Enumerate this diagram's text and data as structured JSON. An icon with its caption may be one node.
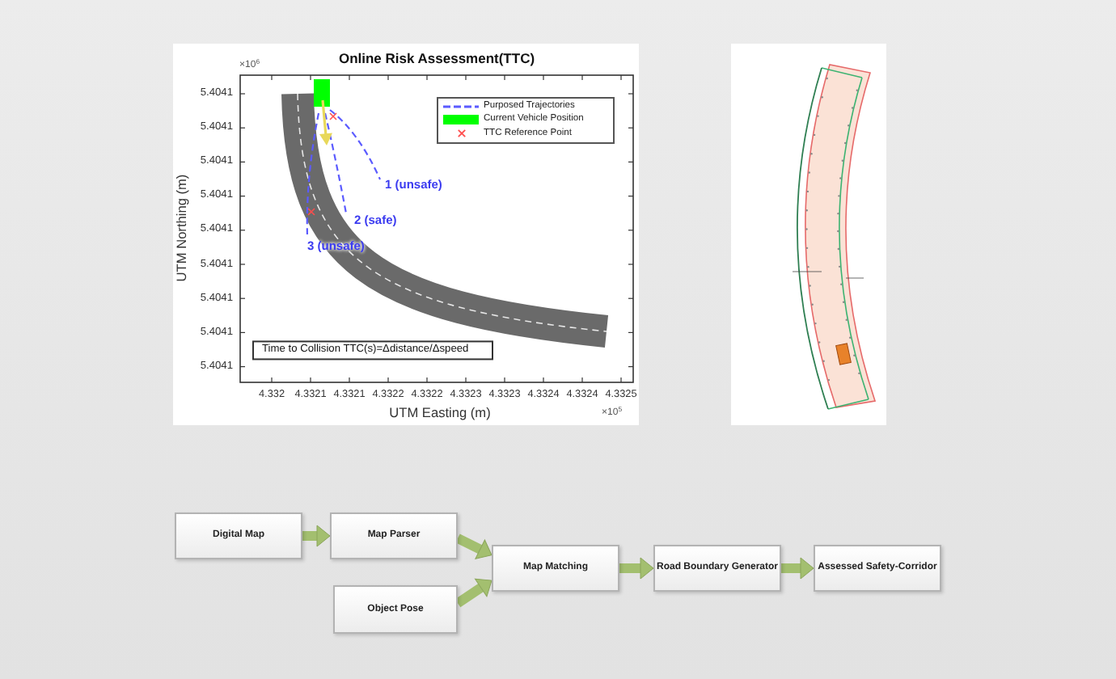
{
  "diagram": {
    "nodes": [
      {
        "text": [
          "Digital Map"
        ]
      },
      {
        "text": [
          "Map Parser"
        ]
      },
      {
        "text": [
          "Object Pose"
        ]
      },
      {
        "text": [
          "Map Matching"
        ]
      },
      {
        "text": [
          "Road Boundary Generator"
        ]
      },
      {
        "text": [
          "Assessed Safety-Corridor"
        ]
      }
    ],
    "edges": [
      {
        "from": 0,
        "to": 1,
        "arrow": "to"
      },
      {
        "from": 1,
        "to": 3,
        "arrow": "to"
      },
      {
        "from": 2,
        "to": 3,
        "arrow": "to"
      },
      {
        "from": 3,
        "to": 4,
        "arrow": "to"
      },
      {
        "from": 4,
        "to": 5,
        "arrow": "to"
      }
    ],
    "labels": [
      "Online Risk Assessment(TTC)",
      "×10$^{6}$",
      "5.4041",
      "5.4041",
      "5.4041",
      "5.4041",
      "5.4041",
      "5.4041",
      "5.4041",
      "5.4041",
      "5.4041",
      "1 (unsafe)",
      "2 (safe)",
      "3 (unsafe)",
      "Time to Collision TTC(s)=Δdistance/Δspeed",
      "UTM Northing (m)",
      "4.332",
      "4.3321",
      "4.3321",
      "4.3322",
      "4.3322",
      "4.3323",
      "4.3323",
      "4.3324",
      "4.3324",
      "4.3325",
      "UTM Easting (m)",
      "×10$^{5}$"
    ],
    "legend": [
      {
        "text": "Purposed Trajectories"
      },
      {
        "text": "Current Vehicle Position",
        "color": "#00ff00"
      },
      {
        "text": "TTC Reference Point"
      }
    ]
  }
}
